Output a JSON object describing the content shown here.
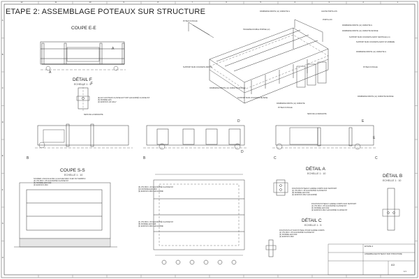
{
  "title": "ETAPE 2: ASSEMBLAGE POTEAUX SUR STRUCTURE",
  "coupe_ee": {
    "label": "COUPE E-E"
  },
  "detail_f": {
    "label": "DÉTAIL F",
    "scale": "ECHELLE 1 : 5",
    "notes": [
      "(E) H3 1x10 PEHS CLASSE HOT DIP GALVANISÉ CLASSE 8.8",
      "(6) RONDELLES",
      "(2) ECROUS H3 GALV"
    ]
  },
  "views": {
    "sens_descente": "SENS DE LA DESCENTE"
  },
  "coupe_ss": {
    "label": "COUPE S-S",
    "scale": "ECHELLE 1 : 10",
    "notes": [
      "SOUDER L'AIGUILLE DE LA GACHE AVEC CLEF DU VERROU",
      "(3) VIS M10 x 25 GALVANISÉ CLASSE 8.8",
      "(6) RONDELLES M10",
      "(3) ECROUS M10"
    ]
  },
  "plan_notes": [
    "(6) VIS M16 x 40 GALVANISÉ CLASSE 8.8",
    "(12) RONDELLES M16",
    "(6) ECROUS M16 GALVANISÉ",
    "(4) VIS M16 x 60 GALVANISÉ CLASSE 8.8",
    "(8) RONDELLES M16",
    "(4) ECROUS M16 GALVANISÉ"
  ],
  "detail_a": {
    "label": "DÉTAIL A",
    "scale": "ECHELLE 1 : 10",
    "notes": [
      "FIXATION POTEAUX GARDE CORPS SUR SUPPORT",
      "(4) VIS M12 x 35 GALVANISÉ CLASSE 8.8",
      "(8) RONDELLES M12",
      "(4) ECROUS M12 GALVANISÉ"
    ]
  },
  "detail_b": {
    "label": "DÉTAIL B",
    "scale": "ECHELLE 1 : 10",
    "notes": [
      "FIXATION POTEAUX GARDE CORPS SUR SUPPORT",
      "(2) VIS M12 x 35 GALVANISÉ CLASSE 8.8",
      "(4) RONDELLES M12",
      "(2) ECROUS M12 GALVANISÉ CLASSE 8.8"
    ]
  },
  "detail_c": {
    "label": "DÉTAIL C",
    "scale": "ECHELLE 1 : 5",
    "notes": [
      "FIXATION PLAT SUR POTEAU POUR GARDE CORPS",
      "(2) VIS M10 x 25 GALVANISÉ CLASSE 8.8",
      "(4) RONDELLES M10",
      "(2) ECROUS M10"
    ]
  },
  "callouts_iso": [
    "RAMBARDE DROITE (x1) VARIANTE G",
    "GACHE PORTILLON",
    "PORTILLON",
    "POTEAU D'ANGLE",
    "TRAVERSE DOUBLE PORTEE (x2)",
    "RAMBARDE DROITE (x1) VARIANTE G",
    "RAMBARDE DROITE (x1) VARIANTE DE BASE",
    "SUPPORT MAIN COURANTE AVANT CENTRALE (x1)",
    "SUPPORT MAIN COURANTE AVANT ET ARRIERE",
    "RAMBARDE DROITE (x1) VARIANTE G",
    "SUPPORT MAIN COURANTE DROITE",
    "POTEAU D'ANGLE",
    "RAMBARDE DROITE (x1) VARIANTE DE BASE",
    "SUPPORT MAIN COURANTE DE BASE",
    "RAMBARDE DROITE (x1) VARIANTE",
    "POTEAU D'ANGLE",
    "RAMBARDE DROITE (x1) VARIANTE DE BASE"
  ],
  "section_letters": [
    "A",
    "A",
    "B",
    "B",
    "C",
    "C",
    "D",
    "D",
    "E",
    "E",
    "F"
  ],
  "grid_letters": [
    "A",
    "B",
    "C",
    "D",
    "E",
    "F",
    "G",
    "H"
  ],
  "grid_numbers": [
    "12",
    "11",
    "10",
    "9",
    "8",
    "7",
    "6",
    "5",
    "4",
    "3",
    "2",
    "1"
  ],
  "title_block": {
    "sheet": "ETAPE 2",
    "name": "ASSEMBLAGE POTEAUX SUR STRUCTURE",
    "format": "A3",
    "page": "1/1"
  }
}
